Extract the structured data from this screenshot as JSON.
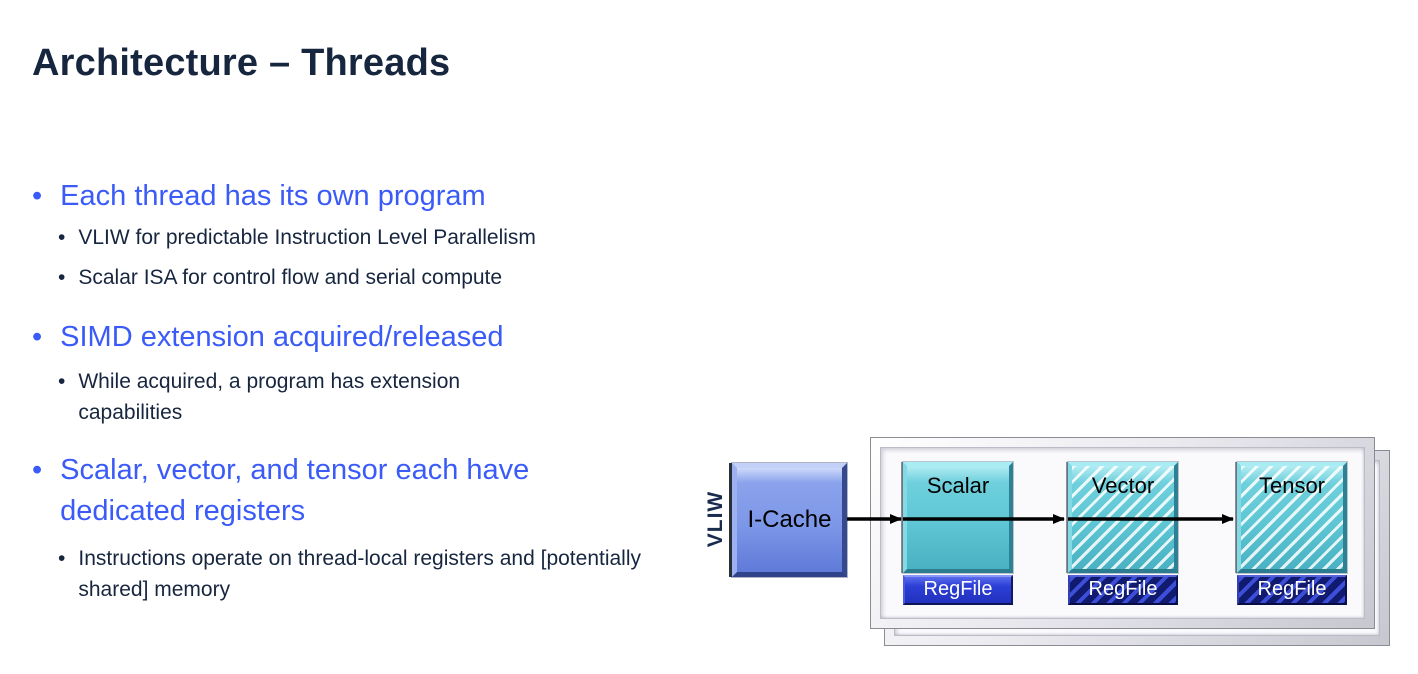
{
  "slide": {
    "title": "Architecture – Threads",
    "bullet_char": "•"
  },
  "bullets": [
    {
      "heading": "Each thread has its own program",
      "subs": [
        "VLIW for predictable Instruction Level Parallelism",
        "Scalar ISA for control flow and serial compute"
      ]
    },
    {
      "heading": "SIMD extension acquired/released",
      "subs": [
        "While acquired, a program has extension capabilities"
      ]
    },
    {
      "heading": "Scalar, vector, and tensor each have dedicated registers",
      "subs": [
        "Instructions operate on thread-local registers and [potentially shared] memory"
      ]
    }
  ],
  "diagram": {
    "vliw_label": "VLIW",
    "icache_label": "I-Cache",
    "units": [
      {
        "label": "Scalar",
        "regfile_label": "RegFile",
        "hatched": false
      },
      {
        "label": "Vector",
        "regfile_label": "RegFile",
        "hatched": true
      },
      {
        "label": "Tensor",
        "regfile_label": "RegFile",
        "hatched": true
      }
    ]
  },
  "colors": {
    "heading_blue": "#3a5bf8",
    "body_navy": "#17263f",
    "unit_teal": "#5ec6d4",
    "regfile_blue": "#2c3fd6",
    "icache_blue": "#7d97e8",
    "arrow_black": "#000000"
  }
}
